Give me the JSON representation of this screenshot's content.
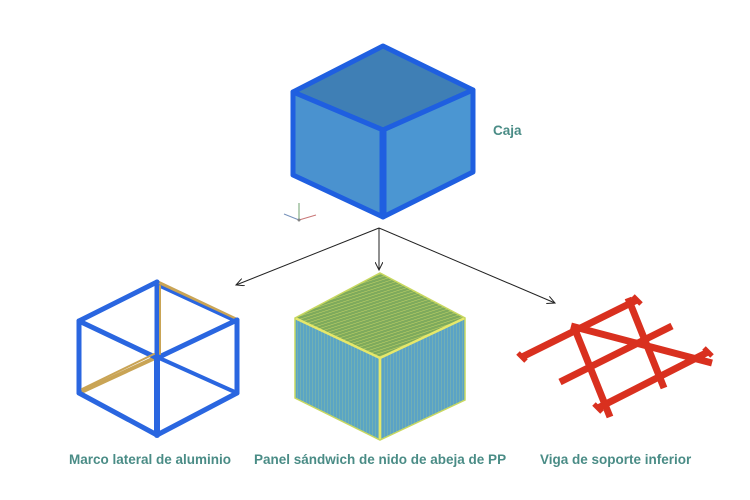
{
  "labels": {
    "box": "Caja",
    "frame": "Marco lateral de aluminio",
    "panel": "Panel sándwich de nido de abeja de PP",
    "beam": "Viga de soporte inferior"
  },
  "colors": {
    "label_text": "#4a8c86",
    "box_top": "#3f7fb5",
    "box_left": "#4a92cf",
    "box_right": "#4b96d2",
    "box_edge": "#1f5fe0",
    "frame_blue": "#2a66e0",
    "frame_gold": "#c9a455",
    "panel_fill": "#5aa5c4",
    "panel_lines": "#d9e06a",
    "beam_red": "#d9301f",
    "arrow": "#222222"
  },
  "icons": {
    "axis_gizmo": "axis-triad-icon"
  }
}
